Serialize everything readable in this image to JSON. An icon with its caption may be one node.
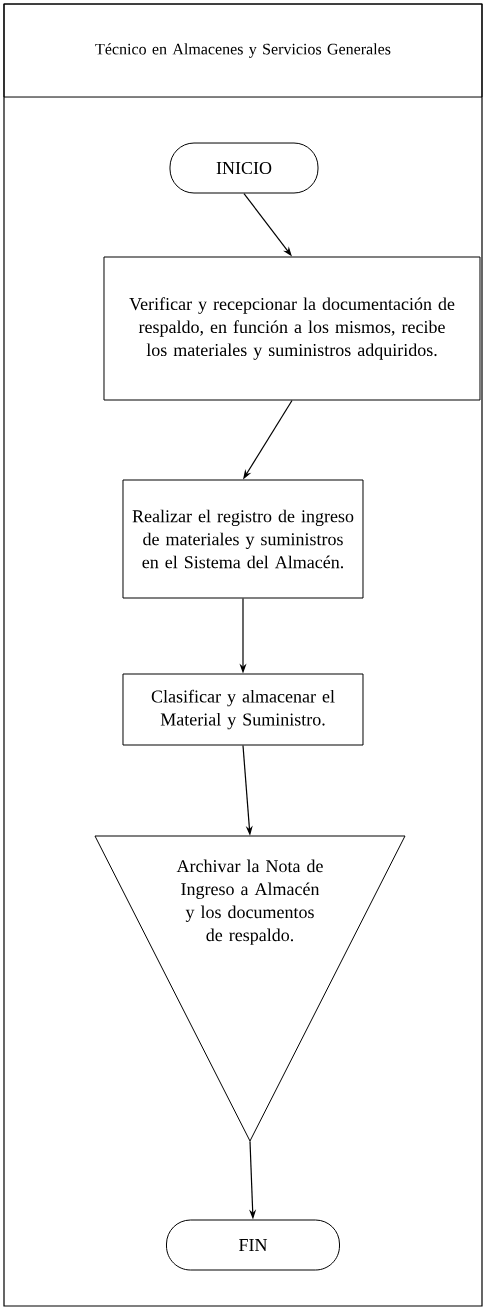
{
  "diagram": {
    "nodes": [
      {
        "text": [
          "Técnico en Almacenes y Servicios Generales"
        ]
      },
      {
        "text": [
          "INICIO"
        ]
      },
      {
        "text": [
          "Verificar y recepcionar la documentación de respaldo, en función a los mismos, recibe los materiales y suministros adquiridos."
        ]
      },
      {
        "text": [
          "Realizar el registro de ingreso de materiales y suministros en el Sistema del Almacén."
        ]
      },
      {
        "text": [
          "Clasificar y almacenar el Material y Suministro."
        ]
      },
      {
        "text": [
          "Archivar la Nota de Ingreso a Almacén y los documentos de respaldo."
        ]
      },
      {
        "text": [
          "FIN"
        ]
      }
    ],
    "edges": [
      {
        "from": 1,
        "to": 2,
        "arrow": "to"
      },
      {
        "from": 2,
        "to": 3,
        "arrow": "to"
      },
      {
        "from": 3,
        "to": 4,
        "arrow": "to"
      },
      {
        "from": 4,
        "to": 5,
        "arrow": "to"
      },
      {
        "from": 5,
        "to": 6,
        "arrow": "to"
      }
    ]
  }
}
